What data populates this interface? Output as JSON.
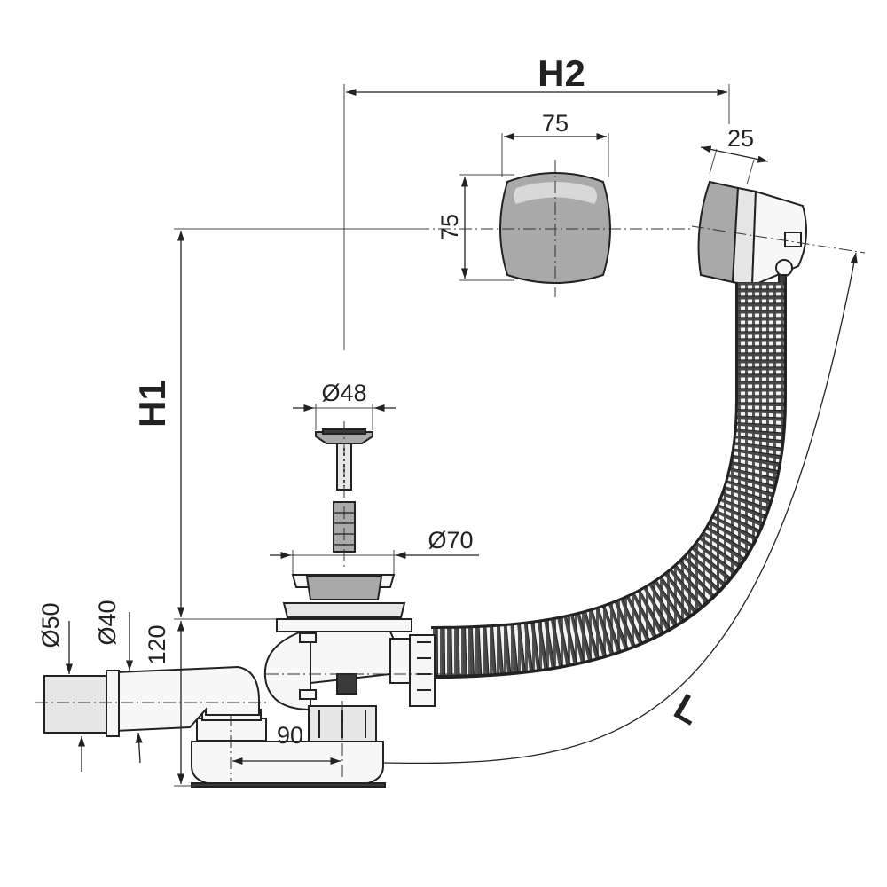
{
  "labels": {
    "h2": "H2",
    "h1": "H1",
    "l": "L",
    "cover_width": "75",
    "cover_height": "75",
    "overflow_depth": "25",
    "plug_diameter": "Ø48",
    "waste_diameter": "Ø70",
    "outlet_d50": "Ø50",
    "outlet_d40": "Ø40",
    "trap_height": "120",
    "trap_offset": "90"
  }
}
